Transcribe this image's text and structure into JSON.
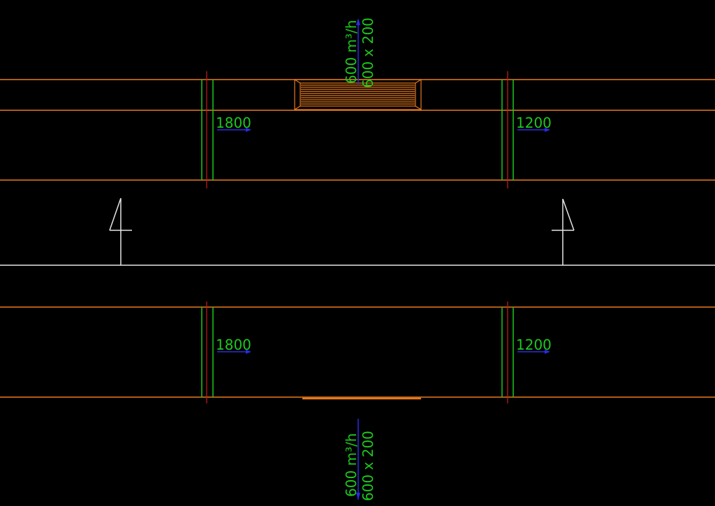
{
  "colors": {
    "background": "#000000",
    "duct": "#e87a1e",
    "green": "#1ec81e",
    "red": "#c81e1e",
    "blue": "#2a2ae6",
    "white": "#e6e6e6"
  },
  "top_duct": {
    "damper_left_label": "1800",
    "damper_right_label": "1200",
    "diffuser": {
      "airflow_label": "600 m³/h",
      "size_label": "600 x 200"
    }
  },
  "bottom_duct": {
    "damper_left_label": "1800",
    "damper_right_label": "1200",
    "diffuser": {
      "airflow_label": "600 m³/h",
      "size_label": "600 x 200"
    }
  }
}
